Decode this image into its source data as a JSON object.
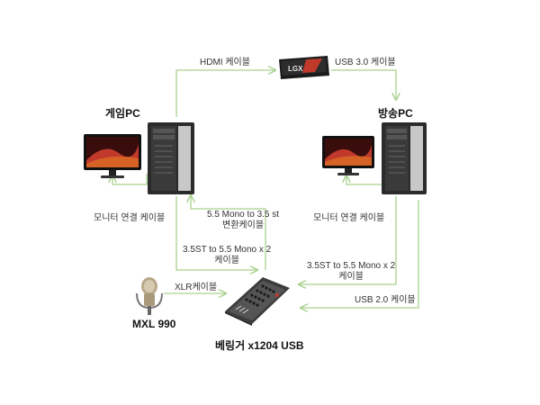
{
  "labels": {
    "gaming_pc": "게임PC",
    "broadcast_pc": "방송PC",
    "mic": "MXL 990",
    "mixer": "베링거 x1204 USB",
    "hdmi_cable": "HDMI 케이블",
    "usb3_cable": "USB 3.0 케이블",
    "monitor_cable_left": "모니터 연결 케이블",
    "monitor_cable_right": "모니터 연결 케이블",
    "mono_to_st_line1": "5.5 Mono to 3.5 st",
    "mono_to_st_line2": "변환케이블",
    "st_to_mono_left_line1": "3.5ST to 5.5 Mono x 2",
    "st_to_mono_left_line2": "케이블",
    "st_to_mono_right_line1": "3.5ST to 5.5 Mono x 2",
    "st_to_mono_right_line2": "케이블",
    "xlr_cable": "XLR케이블",
    "usb2_cable": "USB 2.0 케이블",
    "capture_logo": "LGX"
  },
  "colors": {
    "connection_line": "#a9d18e",
    "tower": "#2b2b2b",
    "screen_glow": "#c0392b"
  }
}
